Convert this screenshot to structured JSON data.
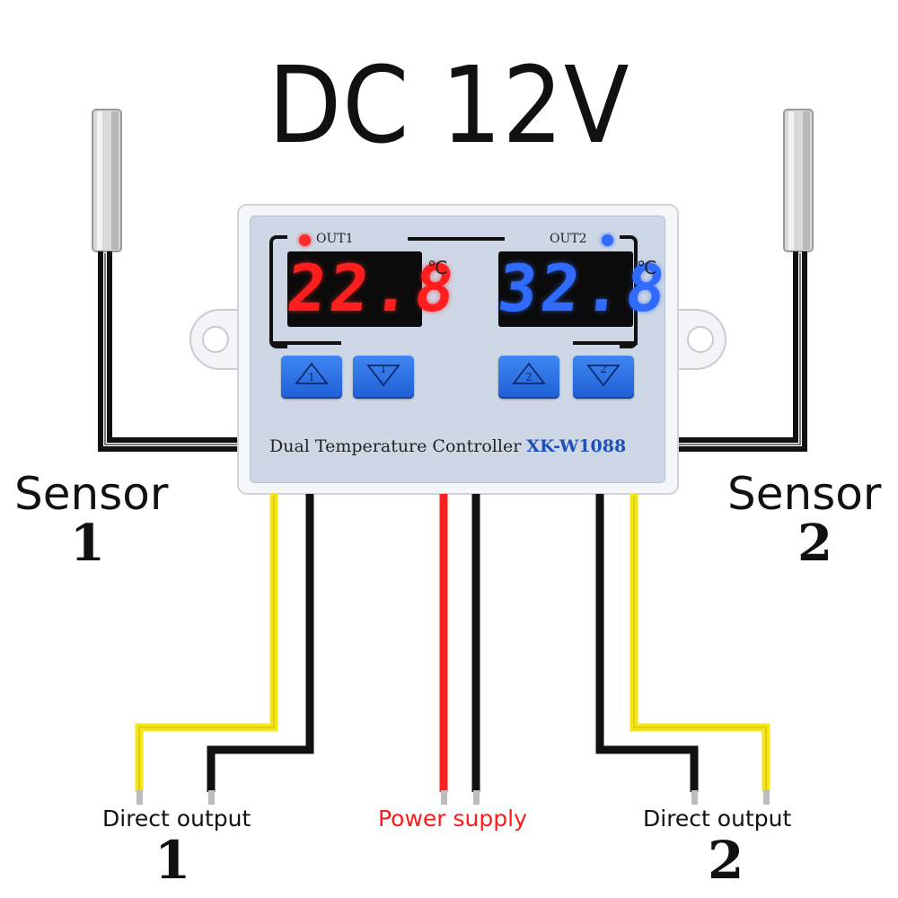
{
  "title": "DC 12V",
  "sensors": [
    {
      "label": "Sensor",
      "number": "1"
    },
    {
      "label": "Sensor",
      "number": "2"
    }
  ],
  "controller": {
    "out1_label": "OUT1",
    "out2_label": "OUT2",
    "display1_value": "22.8",
    "display2_value": "32.8",
    "unit": "℃",
    "button_up1": "1",
    "button_down1": "1",
    "button_up2": "2",
    "button_down2": "2",
    "name": "Dual Temperature Controller",
    "model": "XK-W1088",
    "display1_color": "#ff1e1e",
    "display2_color": "#2f6bff",
    "out1_led_color": "#ff2a2a",
    "out2_led_color": "#2f6bff",
    "panel_color": "#cdd7e6",
    "button_color": "#2f73e6"
  },
  "wires": {
    "direct_output_1": {
      "label": "Direct output",
      "number": "1",
      "colors": [
        "#f5e61a",
        "#111111"
      ]
    },
    "power_supply": {
      "label": "Power supply",
      "colors": [
        "#ff2020",
        "#111111"
      ]
    },
    "direct_output_2": {
      "label": "Direct output",
      "number": "2",
      "colors": [
        "#111111",
        "#f5e61a"
      ]
    }
  }
}
